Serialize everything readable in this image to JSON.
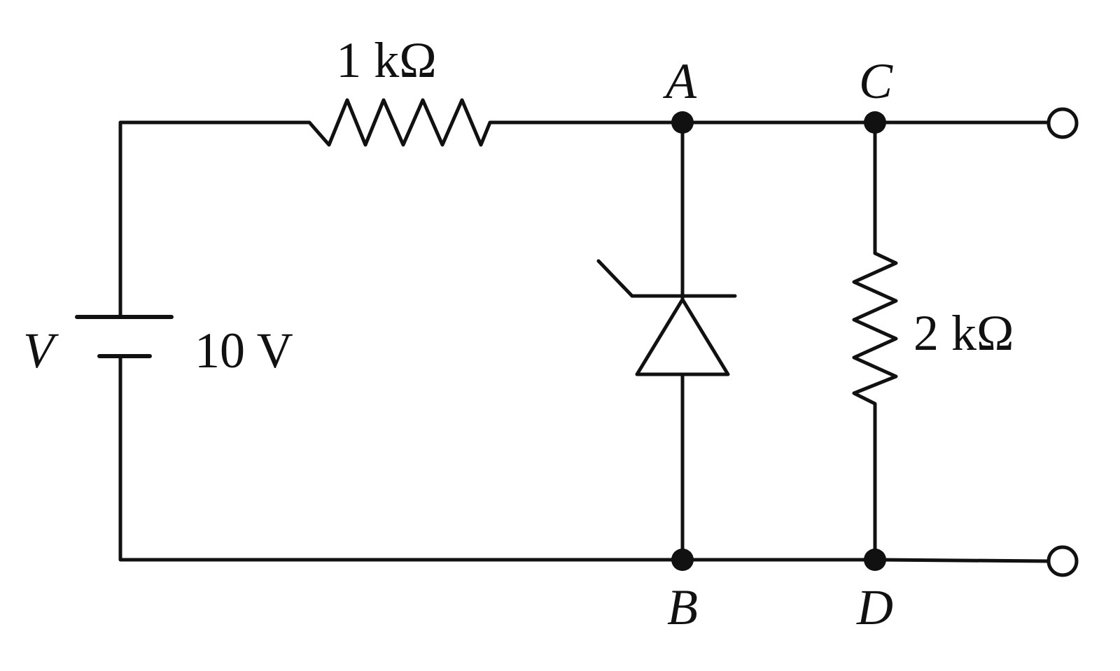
{
  "source": {
    "symbol": "V",
    "voltage": "10 V"
  },
  "resistor_series": {
    "value": "1 kΩ"
  },
  "resistor_load": {
    "value": "2 kΩ"
  },
  "nodes": {
    "a": "A",
    "b": "B",
    "c": "C",
    "d": "D"
  },
  "colors": {
    "line": "#111111",
    "background": "#ffffff"
  }
}
